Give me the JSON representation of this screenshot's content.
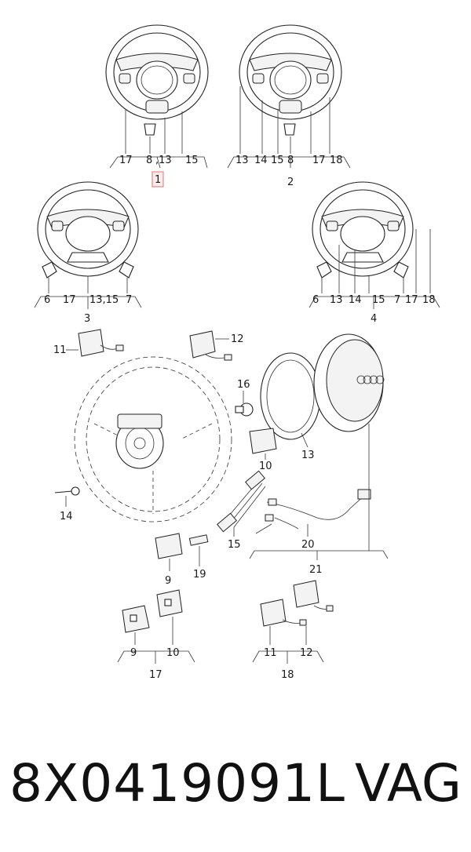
{
  "figures": {
    "fig1": {
      "number": "1",
      "labels": [
        "17",
        "8",
        ",13",
        "15"
      ]
    },
    "fig2": {
      "number": "2",
      "labels": [
        "13",
        "14",
        "15",
        "8",
        "17",
        "18"
      ]
    },
    "fig3": {
      "number": "3",
      "labels": [
        "6",
        "17",
        "13,15",
        "7"
      ]
    },
    "fig4": {
      "number": "4",
      "labels": [
        "6",
        "13",
        "14",
        "15",
        "7",
        "17",
        "18"
      ]
    },
    "exploded": {
      "callouts": [
        "11",
        "12",
        "16",
        "13",
        "10",
        "14",
        "15",
        "20",
        "21",
        "9",
        "19"
      ]
    },
    "fig17": {
      "number": "17",
      "labels": [
        "9",
        "10"
      ]
    },
    "fig18": {
      "number": "18",
      "labels": [
        "11",
        "12"
      ]
    }
  },
  "footer": {
    "part_number": "8X0419091L",
    "brand": "VAG"
  },
  "colors": {
    "line": "#222222",
    "highlight_box": "#e07070",
    "background": "#ffffff"
  }
}
